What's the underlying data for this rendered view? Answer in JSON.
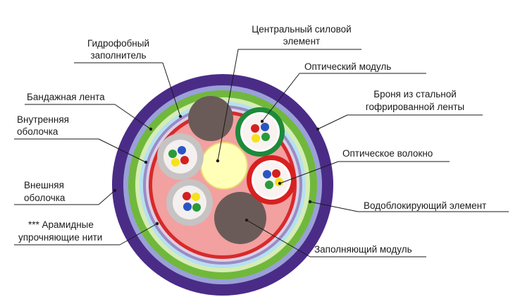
{
  "labels": {
    "central_member": [
      "Центральный силовой",
      "элемент"
    ],
    "hydrophobic_filler": [
      "Гидрофобный",
      "заполнитель"
    ],
    "optical_module": [
      "Оптический модуль"
    ],
    "binding_tape": [
      "Бандажная лента"
    ],
    "steel_armor": [
      "Броня из стальной",
      "гофрированной ленты"
    ],
    "inner_sheath": [
      "Внутренняя",
      "оболочка"
    ],
    "optical_fiber": [
      "Оптическое волокно"
    ],
    "outer_sheath": [
      "Внешняя",
      "оболочка"
    ],
    "water_blocking": [
      "Водоблокирующий элемент"
    ],
    "aramid_yarns": [
      "*** Арамидные",
      "упрочняющие нити"
    ],
    "filler_module": [
      "Заполняющий модуль"
    ]
  },
  "colors": {
    "outer_sheath": "#4a2c87",
    "aramid": "#9aa0d8",
    "armor_green": "#70b83c",
    "armor_light": "#d7ecb4",
    "water_blocking": "#b6e0f0",
    "inner_sheath": "#9a8cc4",
    "binding_tape": "#d82a2a",
    "hydrophobic_filler": "#f2a0a0",
    "central_member": "#ffffb8",
    "filler_module": "#6b5b58",
    "module_grey": "#c6c3c3",
    "module_green": "#1d8a3a",
    "module_red": "#d82020",
    "fiber_colors": [
      "#d42020",
      "#2a55c4",
      "#2a9a3a",
      "#f5e21a"
    ]
  }
}
